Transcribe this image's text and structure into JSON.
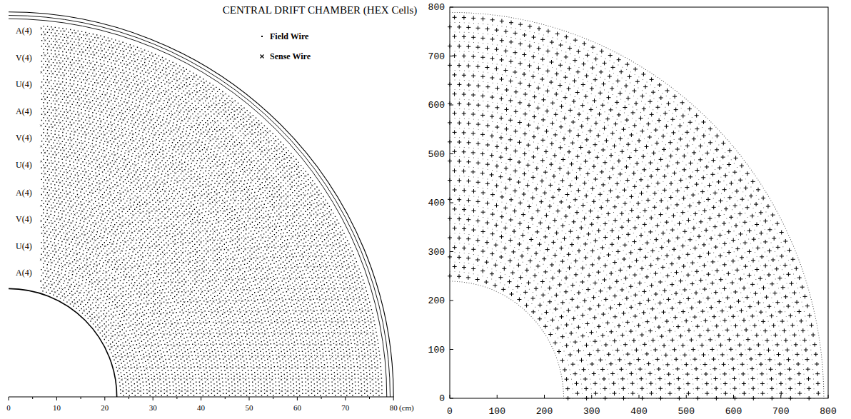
{
  "diagram": {
    "title": "CENTRAL DRIFT CHAMBER (HEX Cells)",
    "labels": [
      "A(4)",
      "V(4)",
      "U(4)",
      "A(4)",
      "V(4)",
      "U(4)",
      "A(4)",
      "V(4)",
      "U(4)",
      "A(4)",
      "0",
      "10",
      "20",
      "30",
      "40",
      "50",
      "60",
      "70",
      "80",
      "(cm)",
      "0",
      "100",
      "200",
      "300",
      "400",
      "500",
      "600",
      "700",
      "800",
      "0",
      "100",
      "200",
      "300",
      "400",
      "500",
      "600",
      "700",
      "800"
    ],
    "legend": [
      {
        "text": "Field Wire"
      },
      {
        "text": "Sense Wire"
      }
    ]
  }
}
